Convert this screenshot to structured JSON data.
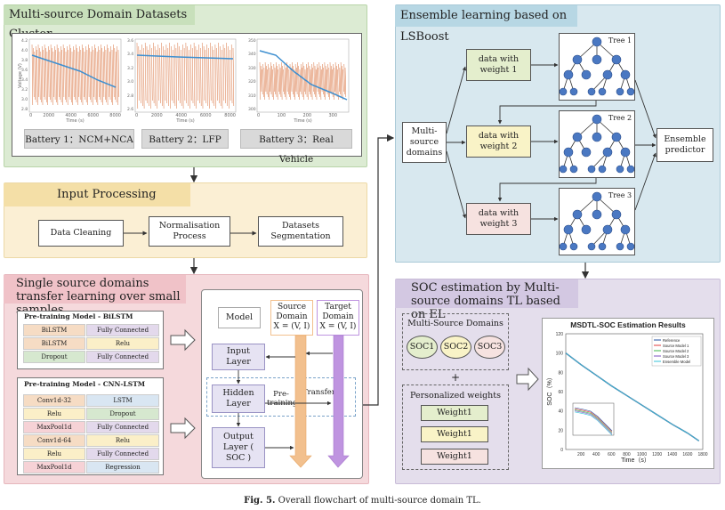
{
  "colors": {
    "green": "#dcebd3",
    "blue": "#d8e8ef",
    "yellow": "#fbefd4",
    "pink": "#f5d9dc",
    "purple": "#e4deec",
    "layerbox": "#e6e3f3",
    "orange": "#f2c08e",
    "violet": "#bf94e0"
  },
  "cluster": {
    "title": "Multi-source Domain Datasets Cluster",
    "batteries": [
      "Battery 1：NCM+NCA",
      "Battery 2：LFP",
      "Battery 3：Real Vehicle"
    ],
    "plot1": {
      "xticks": [
        "0",
        "2000",
        "4000",
        "6000",
        "8000"
      ],
      "xlabel": "Time (s)",
      "ylabel": "Voltage (V)",
      "yticks": [
        "4.2",
        "4.0",
        "3.8",
        "3.6",
        "3.4",
        "3.2",
        "3.0",
        "2.8"
      ]
    },
    "plot2": {
      "xticks": [
        "0",
        "2000",
        "4000",
        "6000",
        "8000"
      ],
      "xlabel": "Time (s)",
      "yticks": [
        "3.6",
        "3.4",
        "3.2",
        "3.0",
        "2.8",
        "2.6"
      ]
    },
    "plot3": {
      "xticks": [
        "0",
        "100",
        "200",
        "300"
      ],
      "xlabel": "Time (s)",
      "yticks": [
        "350",
        "340",
        "330",
        "320",
        "310",
        "300"
      ]
    }
  },
  "input": {
    "title": "Input Processing",
    "steps": [
      "Data Cleaning",
      "Normalisation Process",
      "Datasets Segmentation"
    ]
  },
  "single": {
    "title": "Single source domains transfer learning over small samples",
    "bilstm": {
      "title": "Pre-training Model - BiLSTM",
      "rows": [
        [
          "BiLSTM",
          "Fully Connected"
        ],
        [
          "BiLSTM",
          "Relu"
        ],
        [
          "Dropout",
          "Fully Connected"
        ]
      ]
    },
    "cnnlstm": {
      "title": "Pre-training Model - CNN-LSTM",
      "rows": [
        [
          "Conv1d-32",
          "LSTM"
        ],
        [
          "Relu",
          "Dropout"
        ],
        [
          "MaxPool1d",
          "Fully Connected"
        ],
        [
          "Conv1d-64",
          "Relu"
        ],
        [
          "Relu",
          "Fully Connected"
        ],
        [
          "MaxPool1d",
          "Regression"
        ]
      ]
    },
    "model": "Model",
    "source_domain": "Source Domain X = (V, I)",
    "target_domain": "Target Domain X = (V, I)",
    "input_layer": "Input Layer",
    "hidden_layer": "Hidden Layer",
    "output_layer": "Output Layer ( SOC )",
    "pretraining": "Pre-training",
    "transfer": "Transfer"
  },
  "ensemble": {
    "title": "Ensemble learning based on LSBoost",
    "multisource": "Multi-source domains",
    "weights": [
      "data with weight 1",
      "data with weight 2",
      "data with weight 3"
    ],
    "trees": [
      "Tree 1",
      "Tree 2",
      "Tree 3"
    ],
    "predictor": "Ensemble predictor"
  },
  "soc": {
    "title": "SOC estimation by Multi-source domains TL based on EL",
    "domains_title": "Multi-Source Domains",
    "socs": [
      "SOC1",
      "SOC2",
      "SOC3"
    ],
    "plus": "+",
    "weights_title": "Personalized weights",
    "weights": [
      "Weight1",
      "Weight1",
      "Weight1"
    ]
  },
  "chart_data": {
    "type": "line",
    "title": "MSDTL-SOC Estimation Results",
    "xlabel": "Time（s）",
    "ylabel": "SOC（%）",
    "xlim": [
      0,
      1800
    ],
    "ylim": [
      0,
      120
    ],
    "xticks": [
      "200",
      "400",
      "600",
      "800",
      "1000",
      "1200",
      "1400",
      "1600",
      "1800"
    ],
    "yticks": [
      "120",
      "100",
      "80",
      "60",
      "40",
      "20",
      "0"
    ],
    "legend": "top-right",
    "x": [
      0,
      200,
      400,
      600,
      800,
      1000,
      1200,
      1400,
      1600,
      1750
    ],
    "series": [
      {
        "name": "Reference",
        "color": "#1f4fa0",
        "values": [
          100,
          88,
          77,
          66,
          56,
          46,
          36,
          26,
          17,
          9
        ]
      },
      {
        "name": "Source Model 1",
        "color": "#e03c3c",
        "values": [
          100,
          88,
          77,
          66,
          56,
          46,
          36,
          26,
          17,
          9
        ]
      },
      {
        "name": "Source Model 2",
        "color": "#3cb54a",
        "values": [
          100,
          88,
          77,
          66,
          56,
          46,
          36,
          26,
          17,
          9
        ]
      },
      {
        "name": "Source Model 3",
        "color": "#7a4fc0",
        "values": [
          100,
          88,
          77,
          66,
          56,
          46,
          36,
          26,
          17,
          9
        ]
      },
      {
        "name": "Ensemble Model",
        "color": "#35c3d8",
        "values": [
          100,
          88,
          77,
          66,
          56,
          46,
          36,
          26,
          17,
          9
        ]
      }
    ]
  },
  "caption": {
    "label": "Fig. 5.",
    "text": "Overall flowchart of multi-source domain TL."
  }
}
